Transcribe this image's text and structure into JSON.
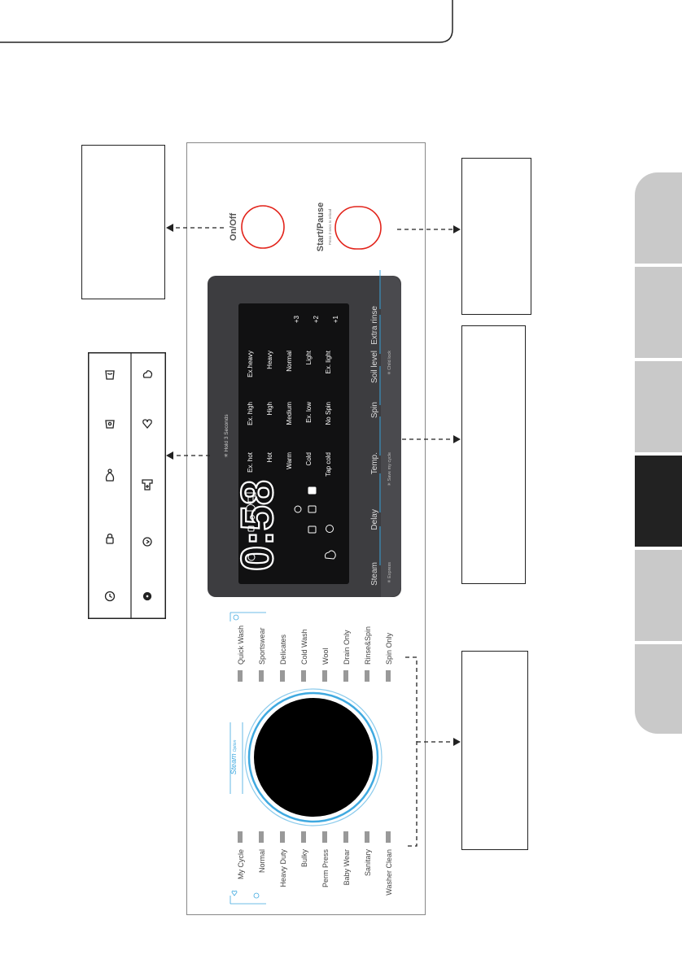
{
  "panel": {
    "on_off_label": "On/Off",
    "start_pause_label": "Start/Pause",
    "start_pause_sub": "Press 3 secs to reload",
    "hold_label": "✳ Hold 3 Seconds",
    "display_time": "0:58",
    "temp_levels": [
      "Ex. hot",
      "Hot",
      "Warm",
      "Cold",
      "Tap cold"
    ],
    "spin_levels": [
      "Ex. high",
      "High",
      "Medium",
      "Ex. low",
      "No Spin"
    ],
    "soil_levels": [
      "Ex.heavy",
      "Heavy",
      "Normal",
      "Light",
      "Ex. light"
    ],
    "rinse_levels": [
      "+3",
      "+2",
      "+1"
    ],
    "buttons": {
      "steam": "Steam",
      "steam_sub": "✳ Express",
      "delay": "Delay",
      "temp": "Temp.",
      "temp_sub": "✳ Save my cycle",
      "spin": "Spin",
      "soil": "Soil level",
      "soil_sub": "✳ Child lock",
      "extra_rinse": "Extra rinse"
    },
    "steam_logo": "Steam",
    "steam_logo_sub": "Option",
    "cycles_right": [
      "Quick Wash",
      "Sportswear",
      "Delicates",
      "Cold Wash",
      "Wool",
      "Drain Only",
      "Rinse&Spin",
      "Spin Only"
    ],
    "cycles_left": [
      "My Cycle",
      "Normal",
      "Heavy Duty",
      "Bulky",
      "Perm Press",
      "Baby Wear",
      "Sanitary",
      "Washer Clean"
    ]
  },
  "legend_icons": {
    "row1": [
      "clock-icon",
      "door-lock-icon",
      "child-lock-icon",
      "wash-icon",
      "rinse-icon"
    ],
    "row2": [
      "wifi-icon",
      "remote-icon",
      "add-garment-icon",
      "heart-icon",
      "steam-icon"
    ]
  },
  "colors": {
    "panel_dark": "#3d3d40",
    "display_bg": "#111112",
    "accent_blue": "#3fa9e0",
    "power_red": "#e2231a",
    "tab_grey": "#c9c9c9",
    "tab_active": "#222222"
  }
}
